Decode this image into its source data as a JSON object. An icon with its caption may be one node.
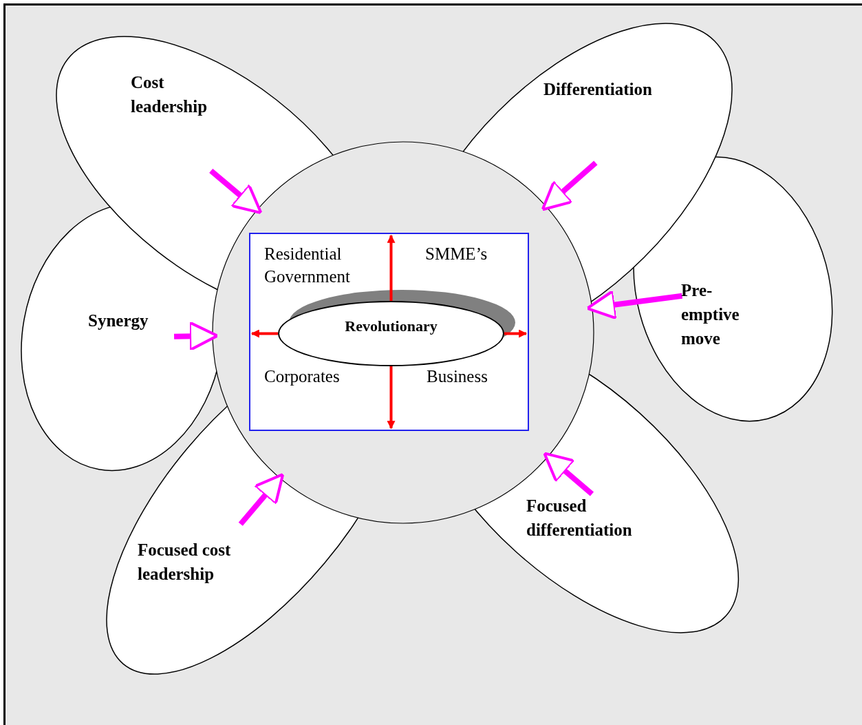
{
  "diagram": {
    "nodes": [
      {
        "text": [
          "Cost leadership"
        ]
      },
      {
        "text": [
          "Differentiation"
        ]
      },
      {
        "text": [
          "Pre- emptive move"
        ]
      },
      {
        "text": [
          "Synergy"
        ]
      },
      {
        "text": [
          "Focused cost leadership"
        ]
      },
      {
        "text": [
          "Focused differentiation"
        ]
      },
      {
        "text": [],
        "shape": "circle"
      },
      {
        "text": [
          "Residential Government",
          "SMME’s",
          "Corporates",
          "Business"
        ],
        "in": 6
      },
      {
        "text": [
          "Revolutionary"
        ],
        "in": 7
      }
    ],
    "edges": [
      {
        "from": 0,
        "to": 6,
        "arrow": "to",
        "color": "#ff00ff"
      },
      {
        "from": 1,
        "to": 6,
        "arrow": "to",
        "color": "#ff00ff"
      },
      {
        "from": 3,
        "to": 6,
        "arrow": "to",
        "color": "#ff00ff"
      },
      {
        "from": 2,
        "to": 6,
        "arrow": "to",
        "color": "#ff00ff"
      },
      {
        "from": 4,
        "to": 6,
        "arrow": "to",
        "color": "#ff00ff"
      },
      {
        "from": 5,
        "to": 6,
        "arrow": "to",
        "color": "#ff00ff"
      },
      {
        "from": 8,
        "to": null,
        "arrow": "to",
        "color": "#ff0000"
      },
      {
        "from": 8,
        "to": null,
        "arrow": "to",
        "color": "#ff0000"
      },
      {
        "from": 8,
        "to": null,
        "arrow": "to",
        "color": "#ff0000"
      },
      {
        "from": 8,
        "to": null,
        "arrow": "to",
        "color": "#ff0000"
      }
    ]
  }
}
